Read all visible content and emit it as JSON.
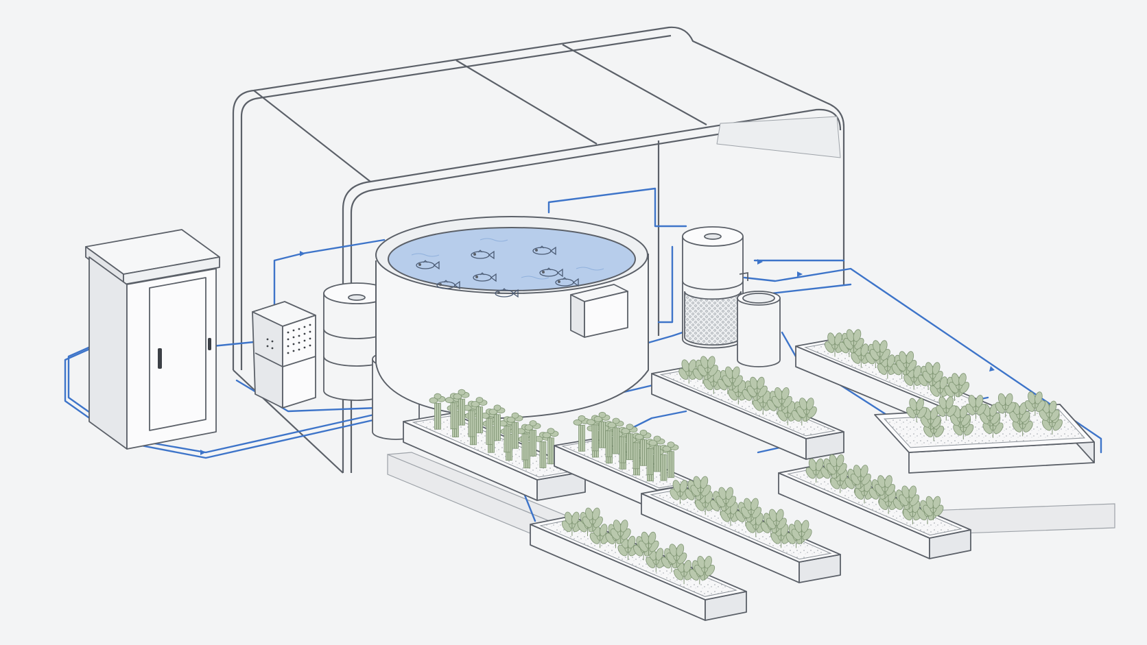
{
  "scene": {
    "kind": "isometric aquaponics system illustration",
    "text_labels": []
  },
  "colors": {
    "background": "#f3f4f5",
    "line": "#5b6068",
    "fill_light": "#fbfbfc",
    "fill_shade": "#e6e8eb",
    "pipe": "#3d74c9",
    "water": "#a9c3e6",
    "plant": "#b9c8ad",
    "plant_dark": "#7f9573",
    "gravel": "#9aa0a6"
  },
  "components": [
    {
      "id": "electrical-cabinet",
      "icon": "cabinet-icon"
    },
    {
      "id": "control-box",
      "icon": "control-panel-icon"
    },
    {
      "id": "filter-tank",
      "icon": "tank-icon"
    },
    {
      "id": "fish-tank",
      "icon": "fish-icon",
      "fish_count": 8
    },
    {
      "id": "junction-box",
      "icon": "junction-box-icon"
    },
    {
      "id": "biofilter",
      "icon": "biofilter-icon"
    },
    {
      "id": "sump-tank",
      "icon": "sump-icon"
    },
    {
      "id": "grow-beds",
      "icon": "plant-icon",
      "count": 8
    },
    {
      "id": "shade-canopy",
      "icon": "canopy-icon"
    }
  ]
}
